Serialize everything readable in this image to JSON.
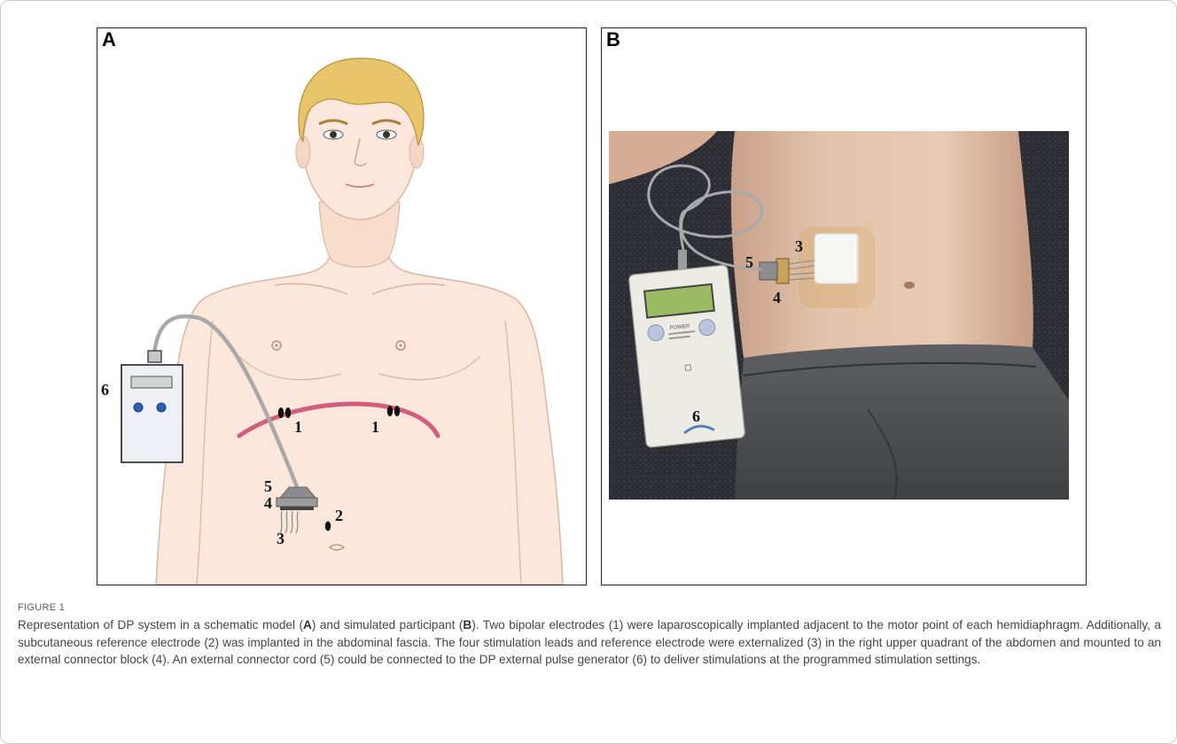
{
  "figure": {
    "panel_a_letter": "A",
    "panel_b_letter": "B",
    "label": "FIGURE 1",
    "caption": [
      {
        "t": "Representation of DP system in a schematic model ("
      },
      {
        "t": "A",
        "b": true
      },
      {
        "t": ") and simulated participant ("
      },
      {
        "t": "B",
        "b": true
      },
      {
        "t": "). Two bipolar electrodes (1) were laparoscopically implanted adjacent to the motor point of each hemidiaphragm. Additionally, a subcutaneous reference electrode (2) was implanted in the abdominal fascia. The four stimulation leads and reference electrode were externalized (3) in the right upper quadrant of the abdomen and mounted to an external connector block (4). An external connector cord (5) could be connected to the DP external pulse generator (6) to deliver stimulations at the programmed stimulation settings."
      }
    ]
  },
  "schematic_labels": {
    "electrode_left": "1",
    "electrode_right": "1",
    "reference": "2",
    "externalized": "3",
    "connector_block": "4",
    "connector_cord": "5",
    "pulse_generator": "6"
  },
  "photo_labels": {
    "externalized": "3",
    "connector_block": "4",
    "connector_cord": "5",
    "pulse_generator": "6",
    "device_brand": "POWER"
  }
}
